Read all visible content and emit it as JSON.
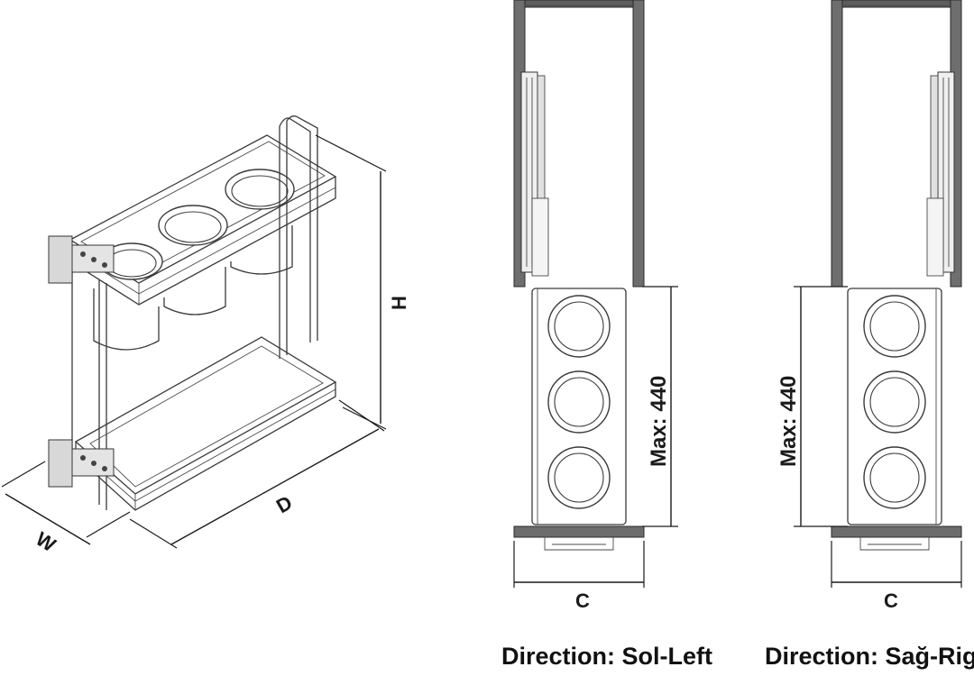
{
  "dimension_labels": {
    "width": "W",
    "depth": "D",
    "height": "H",
    "clearance": "C",
    "max_left": "Max: 440",
    "max_right": "Max: 440"
  },
  "captions": {
    "left": "Direction: Sol-Left",
    "right": "Direction: Sağ-Right"
  }
}
